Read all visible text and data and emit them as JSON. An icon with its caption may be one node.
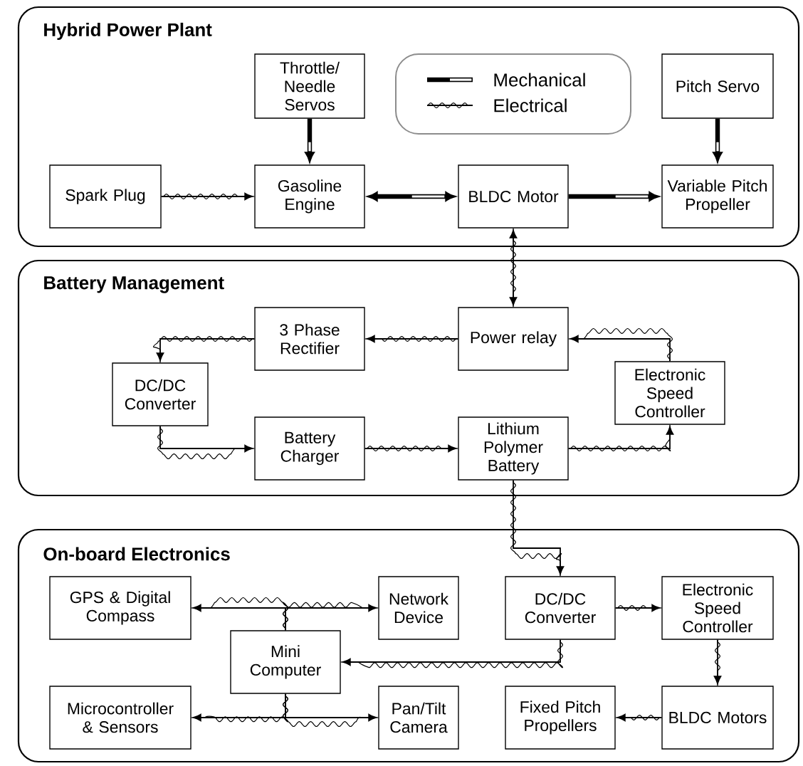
{
  "diagram": {
    "nodes": [
      {
        "text": [
          "Hybrid Power Plant"
        ]
      },
      {
        "text": [
          "Throttle/ Needle Servos"
        ],
        "in": 0
      },
      {
        "text": [
          "Pitch Servo"
        ],
        "in": 0
      },
      {
        "text": [
          "Spark Plug"
        ],
        "in": 0
      },
      {
        "text": [
          "Gasoline Engine"
        ],
        "in": 0
      },
      {
        "text": [
          "BLDC Motor"
        ],
        "in": 0
      },
      {
        "text": [
          "Variable Pitch Propeller"
        ],
        "in": 0
      },
      {
        "text": [
          "Battery Management"
        ]
      },
      {
        "text": [
          "3 Phase Rectifier"
        ],
        "in": 7
      },
      {
        "text": [
          "Power relay"
        ],
        "in": 7
      },
      {
        "text": [
          "DC/DC Converter"
        ],
        "in": 7
      },
      {
        "text": [
          "Electronic Speed Controller"
        ],
        "in": 7
      },
      {
        "text": [
          "Battery Charger"
        ],
        "in": 7
      },
      {
        "text": [
          "Lithium Polymer Battery"
        ],
        "in": 7
      },
      {
        "text": [
          "On-board Electronics"
        ]
      },
      {
        "text": [
          "GPS & Digital Compass"
        ],
        "in": 14
      },
      {
        "text": [
          "Network Device"
        ],
        "in": 14
      },
      {
        "text": [
          "DC/DC Converter"
        ],
        "in": 14
      },
      {
        "text": [
          "Electronic Speed Controller"
        ],
        "in": 14
      },
      {
        "text": [
          "Mini Computer"
        ],
        "in": 14
      },
      {
        "text": [
          "Microcontroller & Sensors"
        ],
        "in": 14
      },
      {
        "text": [
          "Pan/Tilt Camera"
        ],
        "in": 14
      },
      {
        "text": [
          "Fixed Pitch Propellers"
        ],
        "in": 14
      },
      {
        "text": [
          "BLDC Motors"
        ],
        "in": 14
      }
    ],
    "edges": [
      {
        "from": 1,
        "to": 4,
        "arrow": "to",
        "style": "thick"
      },
      {
        "from": 2,
        "to": 6,
        "arrow": "to",
        "style": "thick"
      },
      {
        "from": 3,
        "to": 4,
        "arrow": "to"
      },
      {
        "from": 4,
        "to": 5,
        "arrow": "both",
        "style": "thick"
      },
      {
        "from": 5,
        "to": 6,
        "arrow": "to",
        "style": "thick"
      },
      {
        "from": 5,
        "to": 9,
        "arrow": "both"
      },
      {
        "from": 9,
        "to": 8,
        "arrow": "to"
      },
      {
        "from": 11,
        "to": 9,
        "arrow": "to"
      },
      {
        "from": 8,
        "to": 10,
        "arrow": "to"
      },
      {
        "from": 10,
        "to": 12,
        "arrow": "to"
      },
      {
        "from": 12,
        "to": 13,
        "arrow": "to"
      },
      {
        "from": 13,
        "to": 11,
        "arrow": "to"
      },
      {
        "from": 13,
        "to": 17,
        "arrow": "to"
      },
      {
        "from": 19,
        "to": 15,
        "arrow": "to"
      },
      {
        "from": 19,
        "to": 16,
        "arrow": "to"
      },
      {
        "from": 17,
        "to": 18,
        "arrow": "to"
      },
      {
        "from": 17,
        "to": 19,
        "arrow": "to"
      },
      {
        "from": 19,
        "to": 20,
        "arrow": "to"
      },
      {
        "from": 19,
        "to": 21,
        "arrow": "to"
      },
      {
        "from": 18,
        "to": 23,
        "arrow": "to"
      },
      {
        "from": 23,
        "to": 22,
        "arrow": "to"
      }
    ],
    "legend": [
      {
        "text": "Mechanical"
      },
      {
        "text": "Electrical"
      }
    ]
  }
}
